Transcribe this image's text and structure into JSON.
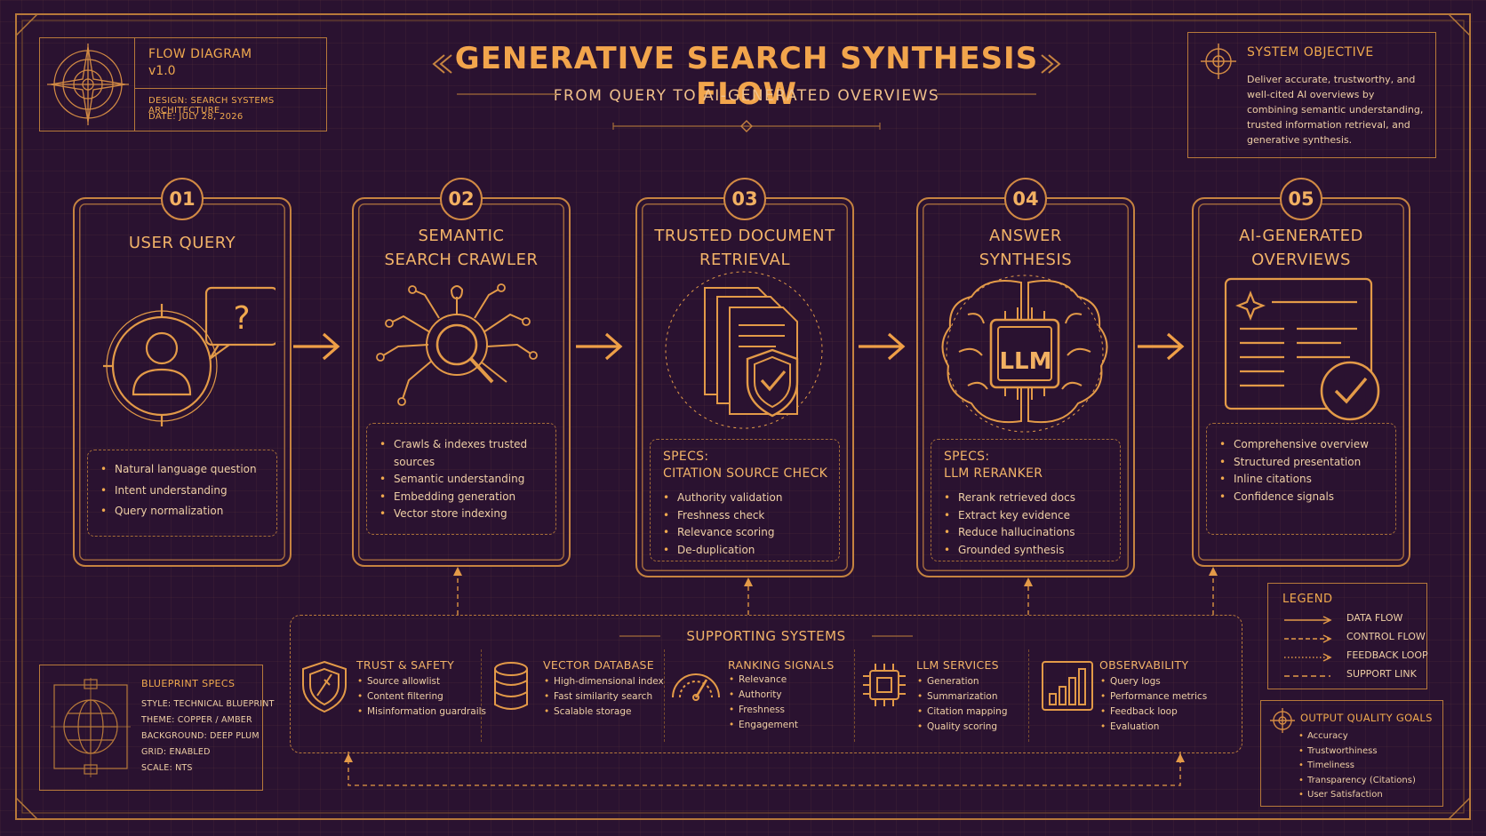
{
  "title_block": {
    "heading": "FLOW DIAGRAM",
    "version": "v1.0",
    "design": "DESIGN: SEARCH SYSTEMS ARCHITECTURE",
    "date": "DATE: JULY 28, 2026"
  },
  "header": {
    "title": "GENERATIVE SEARCH SYNTHESIS FLOW",
    "subtitle": "FROM QUERY TO AI-GENERATED OVERVIEWS"
  },
  "objective": {
    "title": "SYSTEM OBJECTIVE",
    "text": "Deliver accurate, trustworthy, and well-cited AI overviews by combining semantic understanding, trusted information retrieval, and generative synthesis."
  },
  "stages": [
    {
      "number": "01",
      "title": "USER QUERY",
      "spec_heading": "",
      "items": [
        "Natural language question",
        "Intent understanding",
        "Query normalization"
      ],
      "icon": "user-question-icon"
    },
    {
      "number": "02",
      "title": "SEMANTIC\nSEARCH CRAWLER",
      "spec_heading": "",
      "items": [
        "Crawls & indexes trusted sources",
        "Semantic understanding",
        "Embedding generation",
        "Vector store indexing"
      ],
      "icon": "crawler-spider-icon"
    },
    {
      "number": "03",
      "title": "TRUSTED DOCUMENT\nRETRIEVAL",
      "spec_heading": "SPECS:\nCITATION SOURCE CHECK",
      "items": [
        "Authority validation",
        "Freshness check",
        "Relevance scoring",
        "De-duplication"
      ],
      "icon": "shield-documents-icon"
    },
    {
      "number": "04",
      "title": "ANSWER\nSYNTHESIS",
      "spec_heading": "SPECS:\nLLM RERANKER",
      "items": [
        "Rerank retrieved docs",
        "Extract key evidence",
        "Reduce hallucinations",
        "Grounded synthesis"
      ],
      "icon": "llm-brain-icon",
      "icon_label": "LLM"
    },
    {
      "number": "05",
      "title": "AI-GENERATED\nOVERVIEWS",
      "spec_heading": "",
      "items": [
        "Comprehensive overview",
        "Structured presentation",
        "Inline citations",
        "Confidence signals"
      ],
      "icon": "overview-document-icon"
    }
  ],
  "supporting": {
    "title": "SUPPORTING SYSTEMS",
    "systems": [
      {
        "name": "TRUST & SAFETY",
        "items": [
          "Source allowlist",
          "Content filtering",
          "Misinformation guardrails"
        ],
        "icon": "shield-icon"
      },
      {
        "name": "VECTOR DATABASE",
        "items": [
          "High-dimensional index",
          "Fast similarity search",
          "Scalable storage"
        ],
        "icon": "database-icon"
      },
      {
        "name": "RANKING SIGNALS",
        "items": [
          "Relevance",
          "Authority",
          "Freshness",
          "Engagement"
        ],
        "icon": "gauge-icon"
      },
      {
        "name": "LLM SERVICES",
        "items": [
          "Generation",
          "Summarization",
          "Citation mapping",
          "Quality scoring"
        ],
        "icon": "chip-icon"
      },
      {
        "name": "OBSERVABILITY",
        "items": [
          "Query logs",
          "Performance metrics",
          "Feedback loop",
          "Evaluation"
        ],
        "icon": "bar-chart-icon"
      }
    ]
  },
  "legend": {
    "title": "LEGEND",
    "items": [
      "DATA FLOW",
      "CONTROL FLOW",
      "FEEDBACK LOOP",
      "SUPPORT LINK"
    ]
  },
  "blueprint": {
    "title": "BLUEPRINT SPECS",
    "lines": [
      "STYLE:  TECHNICAL BLUEPRINT",
      "THEME: COPPER / AMBER",
      "BACKGROUND: DEEP PLUM",
      "GRID: ENABLED",
      "SCALE: NTS"
    ]
  },
  "quality": {
    "title": "OUTPUT QUALITY GOALS",
    "items": [
      "Accuracy",
      "Trustworthiness",
      "Timeliness",
      "Transparency (Citations)",
      "User Satisfaction"
    ]
  },
  "colors": {
    "background": "#2a1230",
    "accent": "#f0a94e",
    "line": "#c68340",
    "text_light": "#efcfa5"
  }
}
